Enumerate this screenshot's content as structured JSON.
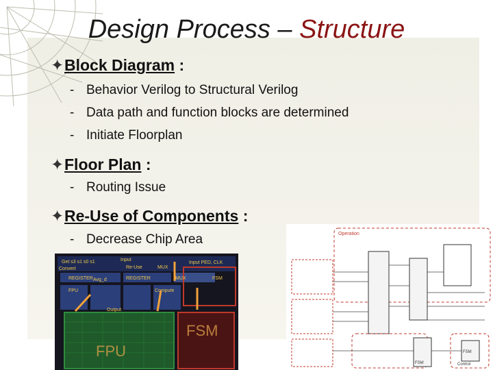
{
  "slide": {
    "title_main": "Design Process –",
    "title_accent": "Structure",
    "sections": [
      {
        "heading": "Block Diagram",
        "suffix": ":",
        "items": [
          "Behavior Verilog to Structural Verilog",
          "Data path and function blocks are determined",
          "Initiate Floorplan"
        ]
      },
      {
        "heading": "Floor Plan",
        "suffix": ":",
        "items": [
          "Routing Issue"
        ]
      },
      {
        "heading": "Re-Use of Components",
        "suffix": ":",
        "items": [
          "Decrease Chip Area"
        ]
      }
    ]
  },
  "floorplan_figure": {
    "labels": [
      "Get s3 s1 s0 s1",
      "Input",
      "Input PED, CLK",
      "Convert",
      "REGISTER",
      "REGISTER",
      "Avg_d",
      "Re-Use",
      "MUX",
      "MUX",
      "Compute",
      "FSM",
      "FPU",
      "Output",
      "FSM",
      "FPU"
    ]
  },
  "schematic_figure": {
    "labels": [
      "Operation",
      "FSM",
      "Control",
      "FSM"
    ]
  },
  "colors": {
    "title_accent": "#8b1414",
    "panel": "#f2f1e9",
    "floorplan_bg": "#15151f"
  }
}
